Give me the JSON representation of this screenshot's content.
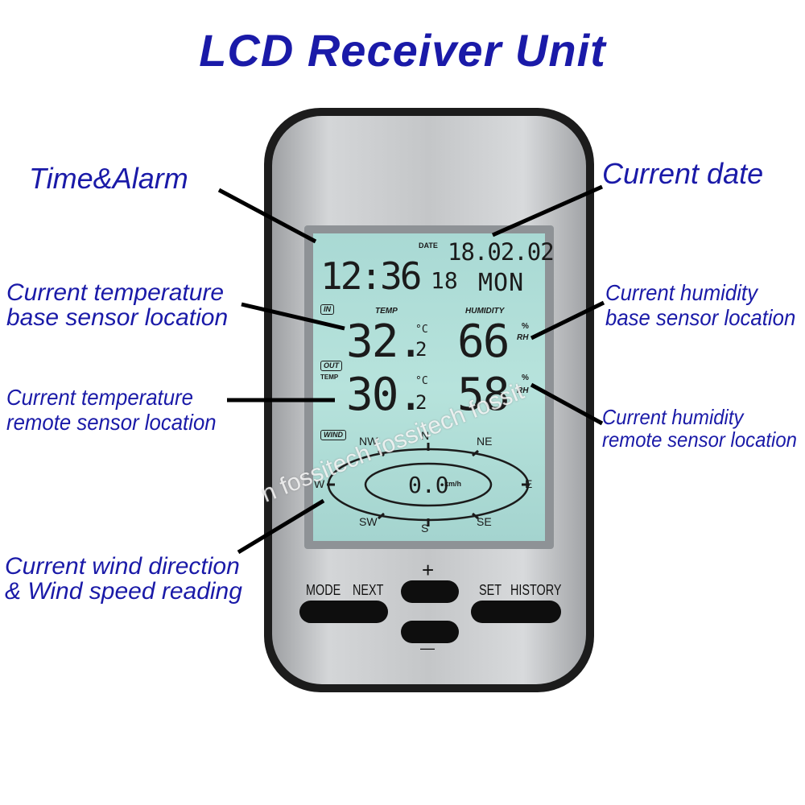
{
  "title": "LCD Receiver Unit",
  "callouts": {
    "time_alarm": "Time&Alarm",
    "current_date": "Current date",
    "temp_base_l1": "Current temperature",
    "temp_base_l2": "base sensor location",
    "temp_remote_l1": "Current temperature",
    "temp_remote_l2": "remote sensor location",
    "hum_base_l1": "Current humidity",
    "hum_base_l2": "base sensor location",
    "hum_remote_l1": "Current humidity",
    "hum_remote_l2": "remote sensor location",
    "wind_l1": "Current wind direction",
    "wind_l2": "& Wind speed reading"
  },
  "lcd": {
    "date_label": "DATE",
    "date": "18.02.02",
    "time": "12:36",
    "seconds": "18",
    "day": "MON",
    "in_label": "IN",
    "temp_label": "TEMP",
    "humidity_label": "HUMIDITY",
    "in_temp": "32.",
    "in_temp_decimal": "2",
    "celsius_unit": "°C",
    "in_humidity": "66",
    "percent": "%",
    "rh": "RH",
    "out_label": "OUT",
    "out_temp_label": "TEMP",
    "out_temp": "30.",
    "out_temp_decimal": "2",
    "out_humidity": "58",
    "wind_label": "WIND",
    "wind_speed": "0.0",
    "wind_unit": "km/h",
    "compass": {
      "n": "N",
      "ne": "NE",
      "e": "E",
      "se": "SE",
      "s": "S",
      "sw": "SW",
      "w": "W",
      "nw": "NW"
    }
  },
  "buttons": {
    "mode": "MODE",
    "next": "NEXT",
    "set": "SET",
    "history": "HISTORY",
    "plus": "+",
    "minus": "—"
  },
  "watermark": "n fossitech fossitech fossit",
  "colors": {
    "callout_text": "#1a1aa8",
    "lcd_bg": "#b2dfd9",
    "device_body": "#c8cacc"
  }
}
